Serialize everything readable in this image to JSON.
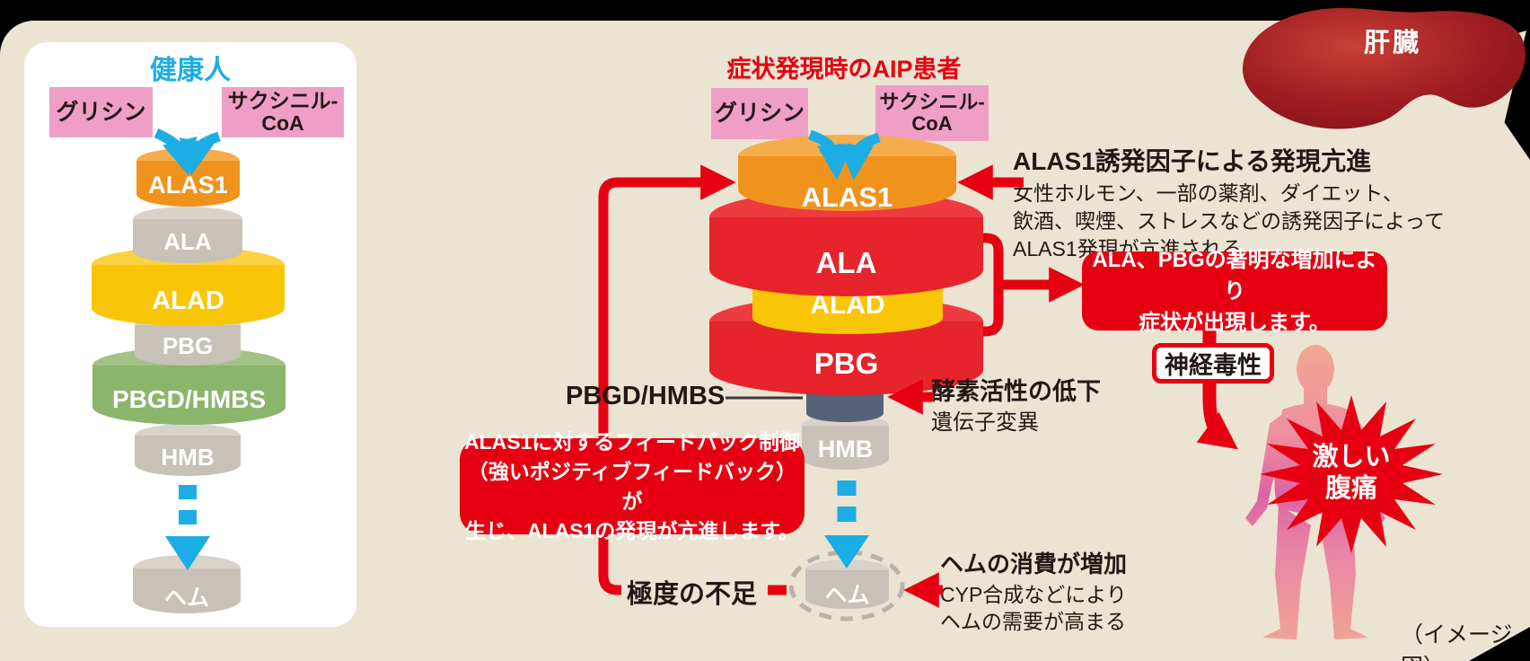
{
  "colors": {
    "background": "#ece4d2",
    "panel_white": "#ffffff",
    "accent_red": "#e60012",
    "cyan": "#1cade4",
    "pink_box": "#ef9fc6",
    "orange_cylinder": "#f0931d",
    "yellow_cylinder": "#f8c606",
    "green_cylinder": "#8cb56c",
    "gray_cylinder": "#c8c1b8",
    "red_cylinder": "#e7232b",
    "slate_cylinder": "#56627a",
    "text_black": "#231815"
  },
  "healthy": {
    "title": "健康人",
    "glycine": "グリシン",
    "succinyl_line1": "サクシニル-",
    "succinyl_line2": "CoA",
    "cyl_alas1": "ALAS1",
    "cyl_ala": "ALA",
    "cyl_alad": "ALAD",
    "cyl_pbg": "PBG",
    "cyl_pbgd": "PBGD/HMBS",
    "cyl_hmb": "HMB",
    "cyl_heme": "ヘム"
  },
  "aip": {
    "title": "症状発現時のAIP患者",
    "glycine": "グリシン",
    "succinyl_line1": "サクシニル-",
    "succinyl_line2": "CoA",
    "cyl_alas1": "ALAS1",
    "cyl_ala": "ALA",
    "cyl_alad": "ALAD",
    "cyl_pbg": "PBG",
    "cyl_hmb": "HMB",
    "cyl_heme": "ヘム",
    "pbgd_label": "PBGD/HMBS",
    "inducer": {
      "heading": "ALAS1誘発因子による発現亢進",
      "line1": "女性ホルモン、一部の薬剤、ダイエット、",
      "line2": "飲酒、喫煙、ストレスなどの誘発因子によって",
      "line3": "ALAS1発現が亢進される"
    },
    "enzyme": {
      "heading": "酵素活性の低下",
      "sub": "遺伝子変異"
    },
    "symptom_box": {
      "line1": "ALA、PBGの著明な増加により",
      "line2": "症状が出現します。"
    },
    "neurotoxicity": "神経毒性",
    "pain": {
      "line1": "激しい",
      "line2": "腹痛"
    },
    "feedback_box": {
      "line1": "ALAS1に対するフィードバック制御",
      "line2": "（強いポジティブフィードバック）が",
      "line3": "生じ、ALAS1の発現が亢進します。"
    },
    "deficiency": "極度の不足",
    "heme_consumption": {
      "heading": "ヘムの消費が増加",
      "line1": "CYP合成などにより",
      "line2": "ヘムの需要が高まる"
    }
  },
  "liver_label": "肝臓",
  "caption": "（イメージ図）"
}
